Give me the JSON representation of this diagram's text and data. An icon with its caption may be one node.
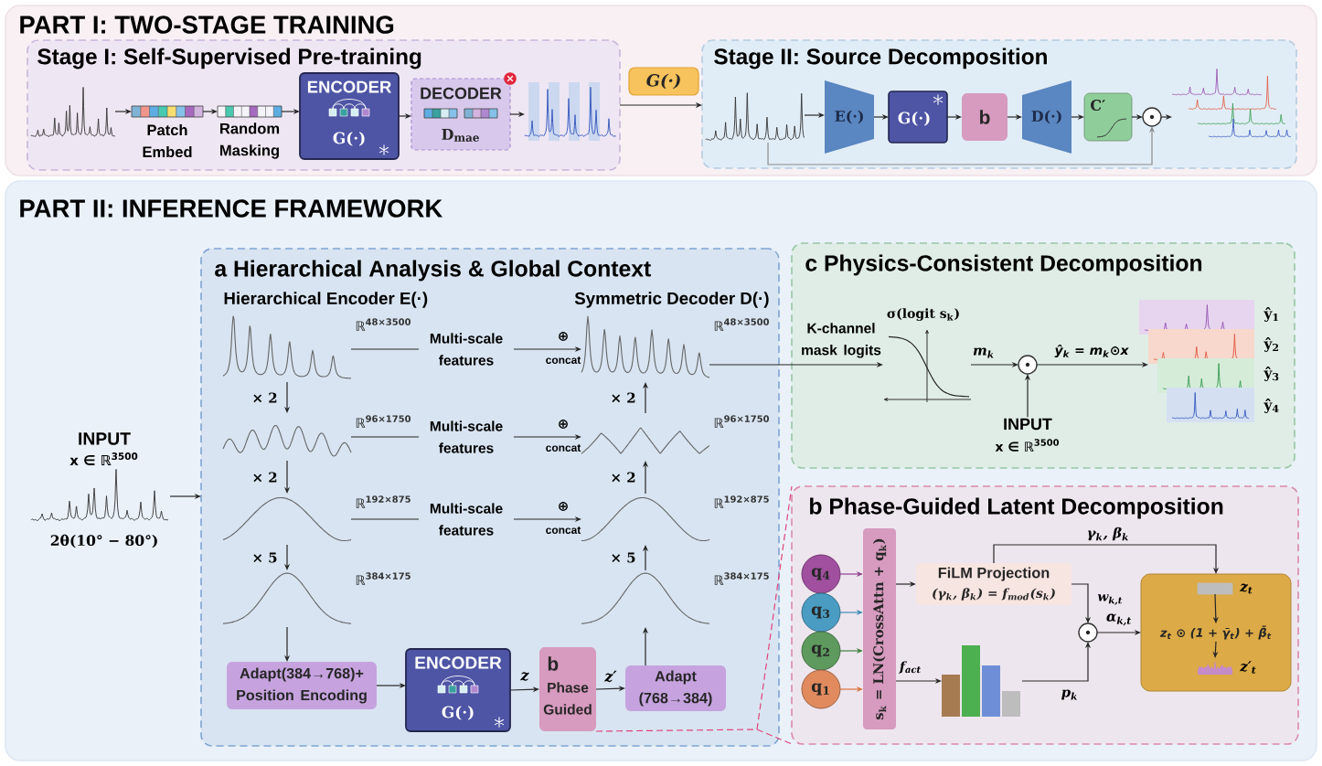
{
  "diagram": {
    "nodes": [
      {
        "text": [
          "PART I: TWO-STAGE TRAINING"
        ]
      },
      {
        "text": [
          "Stage I: Self-Supervised Pre-training"
        ],
        "in": 0
      },
      {
        "text": [],
        "shape": "picture",
        "in": 1
      },
      {
        "text": [
          "Patch Embed"
        ],
        "in": 1
      },
      {
        "text": [
          "Random Masking"
        ],
        "in": 1
      },
      {
        "text": [
          "ENCODER",
          "G(·)"
        ],
        "in": 1
      },
      {
        "text": [
          "DECODER",
          "D$_{mae}$"
        ],
        "in": 1
      },
      {
        "text": [],
        "shape": "picture",
        "in": 1
      },
      {
        "text": [
          "G(·)"
        ],
        "in": 0
      },
      {
        "text": [
          "Stage II: Source Decomposition"
        ],
        "in": 0
      },
      {
        "text": [],
        "shape": "picture",
        "in": 9
      },
      {
        "text": [
          "E(·)"
        ],
        "in": 9
      },
      {
        "text": [
          "G(·)"
        ],
        "in": 9
      },
      {
        "text": [
          "b"
        ],
        "in": 9
      },
      {
        "text": [
          "D(·)"
        ],
        "in": 9
      },
      {
        "text": [
          "C′"
        ],
        "in": 9
      },
      {
        "text": [],
        "shape": "circle",
        "in": 9
      },
      {
        "text": [],
        "shape": "picture",
        "in": 9
      },
      {
        "text": [
          "PART II: INFERENCE FRAMEWORK"
        ]
      },
      {
        "text": [
          "INPUT",
          "x ∈ ℝ$^{3500}$",
          "2θ(10° − 80°)"
        ],
        "in": 18
      },
      {
        "text": [
          "a Hierarchical Analysis & Global Context"
        ],
        "in": 18
      },
      {
        "text": [
          "ℝ$^{48×3500}$"
        ],
        "in": 20
      },
      {
        "text": [
          "ℝ$^{96×1750}$"
        ],
        "in": 20
      },
      {
        "text": [
          "ℝ$^{192×875}$"
        ],
        "in": 20
      },
      {
        "text": [
          "ℝ$^{384×175}$"
        ],
        "in": 20
      },
      {
        "text": [
          "ℝ$^{48×3500}$"
        ],
        "in": 20
      },
      {
        "text": [
          "ℝ$^{96×1750}$"
        ],
        "in": 20
      },
      {
        "text": [
          "ℝ$^{192×875}$"
        ],
        "in": 20
      },
      {
        "text": [
          "ℝ$^{384×175}$"
        ],
        "in": 20
      },
      {
        "text": [
          "Adapt(384→768)+ Position Encoding"
        ],
        "in": 20
      },
      {
        "text": [
          "ENCODER",
          "G(·)"
        ],
        "in": 20
      },
      {
        "text": [
          "b",
          "Phase Guided"
        ],
        "in": 20
      },
      {
        "text": [
          "Adapt (768→384)"
        ],
        "in": 20
      },
      {
        "text": [
          "c Physics-Consistent Decomposition"
        ],
        "in": 18
      },
      {
        "text": [],
        "shape": "picture",
        "beside": [
          "σ(logit s$_{k}$)"
        ],
        "in": 33
      },
      {
        "text": [],
        "shape": "circle",
        "in": 33
      },
      {
        "text": [
          "INPUT",
          "x ∈ ℝ$^{3500}$"
        ],
        "in": 33
      },
      {
        "text": [],
        "shape": "picture",
        "beside": [
          "ŷ$_{1}$"
        ],
        "in": 33
      },
      {
        "text": [],
        "shape": "picture",
        "beside": [
          "ŷ$_{2}$"
        ],
        "in": 33
      },
      {
        "text": [],
        "shape": "picture",
        "beside": [
          "ŷ$_{3}$"
        ],
        "in": 33
      },
      {
        "text": [],
        "shape": "picture",
        "beside": [
          "ŷ$_{4}$"
        ],
        "in": 33
      },
      {
        "text": [
          "b Phase-Guided Latent Decomposition"
        ],
        "in": 18
      },
      {
        "text": [
          "q$_{4}$"
        ],
        "in": 41
      },
      {
        "text": [
          "q$_{3}$"
        ],
        "in": 41
      },
      {
        "text": [
          "q$_{2}$"
        ],
        "in": 41
      },
      {
        "text": [
          "q$_{1}$"
        ],
        "in": 41
      },
      {
        "text": [
          "s$_{k}$ = LN(CrossAttn + q$_{k}$)"
        ],
        "in": 41
      },
      {
        "text": [
          "FiLM Projection",
          "(γ$_{k}$, β$_{k}$) = f$_{mod}$(s$_{k}$)"
        ],
        "in": 41
      },
      {
        "text": [],
        "shape": "picture",
        "in": 41
      },
      {
        "text": [],
        "shape": "circle",
        "in": 41
      },
      {
        "text": [],
        "shape": "box",
        "in": 41
      },
      {
        "text": [],
        "shape": "bar",
        "beside": [
          "z$_{t}$"
        ],
        "in": 50
      },
      {
        "text": [
          "z$_{t}$ ⊙ (1 + γ̄$_{t}$) + β̄$_{t}$"
        ],
        "in": 50
      },
      {
        "text": [],
        "shape": "picture",
        "beside": [
          "z′$_{t}$"
        ],
        "in": 50
      }
    ],
    "edges": [
      {
        "from": 2,
        "to": 3,
        "arrow": "to"
      },
      {
        "from": 3,
        "to": 4,
        "arrow": "to"
      },
      {
        "from": 4,
        "to": 5,
        "arrow": "to"
      },
      {
        "from": 5,
        "to": 6,
        "arrow": "to"
      },
      {
        "from": 6,
        "to": 7,
        "arrow": "to"
      },
      {
        "from": 1,
        "to": 9,
        "arrow": "to"
      },
      {
        "from": 10,
        "to": 11,
        "arrow": "to"
      },
      {
        "from": 11,
        "to": 12,
        "arrow": "to"
      },
      {
        "from": 12,
        "to": 13,
        "arrow": "to"
      },
      {
        "from": 13,
        "to": 14,
        "arrow": "to"
      },
      {
        "from": 14,
        "to": 15,
        "arrow": "to"
      },
      {
        "from": 15,
        "to": 16,
        "arrow": "to"
      },
      {
        "from": 16,
        "to": 17,
        "arrow": "to"
      },
      {
        "from": 10,
        "to": 16,
        "arrow": "to",
        "color": "#8c8c8c"
      },
      {
        "from": 19,
        "to": 20,
        "arrow": "to"
      },
      {
        "from": 21,
        "to": 22,
        "label": "× 2",
        "arrow": "to"
      },
      {
        "from": 22,
        "to": 23,
        "label": "× 2",
        "arrow": "to"
      },
      {
        "from": 23,
        "to": 24,
        "label": "× 5",
        "arrow": "to"
      },
      {
        "from": 24,
        "to": 29,
        "arrow": "to"
      },
      {
        "from": 29,
        "to": 30,
        "arrow": "to"
      },
      {
        "from": 30,
        "to": 31,
        "label": "z",
        "arrow": "to"
      },
      {
        "from": 31,
        "to": 32,
        "label": "z′",
        "arrow": "to"
      },
      {
        "from": 32,
        "to": 28,
        "arrow": "to"
      },
      {
        "from": 28,
        "to": 27,
        "label": "× 5",
        "arrow": "to"
      },
      {
        "from": 27,
        "to": 26,
        "label": "× 2",
        "arrow": "to"
      },
      {
        "from": 26,
        "to": 25,
        "label": "× 2",
        "arrow": "to"
      },
      {
        "from": 21,
        "to": 25,
        "label": "Multi-scale features",
        "arrow": "to"
      },
      {
        "from": 22,
        "to": 26,
        "label": "Multi-scale features",
        "arrow": "to"
      },
      {
        "from": 23,
        "to": 27,
        "label": "Multi-scale features",
        "arrow": "to"
      },
      {
        "from": 25,
        "to": 34,
        "label": "K-channel mask logits",
        "arrow": "to"
      },
      {
        "from": 34,
        "to": 35,
        "label": "m$_{k}$",
        "arrow": "to"
      },
      {
        "from": 36,
        "to": 35,
        "arrow": "to"
      },
      {
        "from": 35,
        "to": 38,
        "label": "ŷ$_{k}$ = m$_{k}$⊙x",
        "arrow": "to"
      },
      {
        "from": 31,
        "to": 41,
        "arrow": "none",
        "style": "dashed",
        "color": "#e0457b"
      },
      {
        "from": 42,
        "to": 46,
        "arrow": "to",
        "color": "#8e3f8e"
      },
      {
        "from": 43,
        "to": 46,
        "arrow": "to",
        "color": "#3b8db5"
      },
      {
        "from": 44,
        "to": 46,
        "arrow": "to",
        "color": "#3f7f3f"
      },
      {
        "from": 45,
        "to": 46,
        "arrow": "to",
        "color": "#d9733f"
      },
      {
        "from": 46,
        "to": 47,
        "arrow": "to"
      },
      {
        "from": 46,
        "to": 48,
        "label": "f$_{act}$",
        "arrow": "to"
      },
      {
        "from": 47,
        "to": 49,
        "label": "w$_{k,t}$",
        "arrow": "to"
      },
      {
        "from": 48,
        "to": 49,
        "label": "p$_{k}$",
        "arrow": "to"
      },
      {
        "from": 47,
        "to": 50,
        "label": "γ$_{k}$, β$_{k}$",
        "arrow": "to"
      },
      {
        "from": 49,
        "to": 50,
        "label": "α$_{k,t}$",
        "arrow": "to"
      },
      {
        "from": 51,
        "to": 52,
        "arrow": "to"
      },
      {
        "from": 52,
        "to": 53,
        "arrow": "to"
      }
    ],
    "labels": [
      "Hierarchical Encoder E(·)",
      "Symmetric Decoder D(·)",
      "⊕",
      "concat",
      "⊕",
      "concat",
      "⊕",
      "concat"
    ]
  }
}
